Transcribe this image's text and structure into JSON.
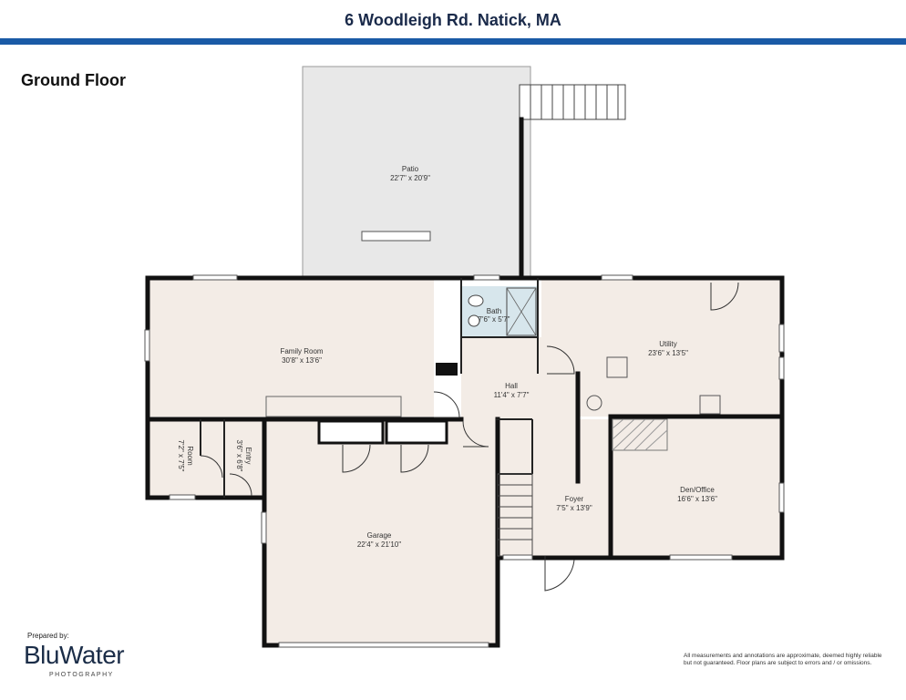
{
  "header": {
    "title": "6 Woodleigh Rd. Natick, MA",
    "accent_color": "#1a5aa6"
  },
  "floor": {
    "label": "Ground Floor"
  },
  "rooms": [
    {
      "id": "patio",
      "name": "Patio",
      "size": "22'7\" x 20'9\""
    },
    {
      "id": "family",
      "name": "Family Room",
      "size": "30'8\" x 13'6\""
    },
    {
      "id": "bath",
      "name": "Bath",
      "size": "7'6\" x 5'7\""
    },
    {
      "id": "utility",
      "name": "Utility",
      "size": "23'6\" x 13'5\""
    },
    {
      "id": "hall",
      "name": "Hall",
      "size": "11'4\" x 7'7\""
    },
    {
      "id": "room",
      "name": "Room",
      "size": "7'2\" x 7'5\""
    },
    {
      "id": "entry",
      "name": "Entry",
      "size": "3'6\" x 6'8\""
    },
    {
      "id": "garage",
      "name": "Garage",
      "size": "22'4\" x 21'10\""
    },
    {
      "id": "foyer",
      "name": "Foyer",
      "size": "7'5\" x 13'9\""
    },
    {
      "id": "den",
      "name": "Den/Office",
      "size": "16'6\" x 13'6\""
    }
  ],
  "footer": {
    "prepared_by": "Prepared by:",
    "brand": "BluWater",
    "brand_sub": "PHOTOGRAPHY",
    "disclaimer": "All measurements and annotations are approximate, deemed highly reliable but not guaranteed. Floor plans are subject to errors and / or omissions."
  }
}
